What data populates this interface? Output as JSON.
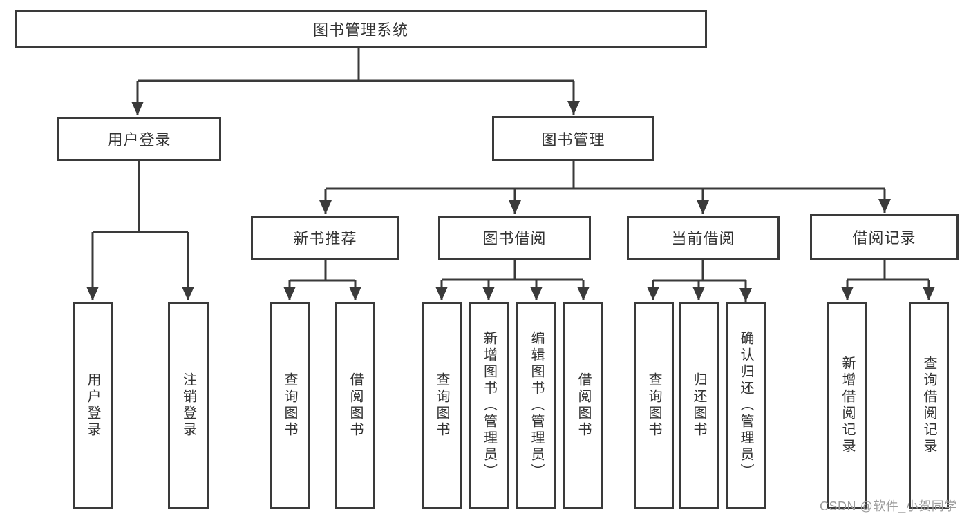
{
  "diagram": {
    "title": "图书管理系统",
    "type": "hierarchy-tree",
    "nodes": {
      "root": "图书管理系统",
      "user_login": "用户登录",
      "book_management": "图书管理",
      "new_book_recommend": "新书推荐",
      "book_borrow": "图书借阅",
      "current_borrow": "当前借阅",
      "borrow_record": "借阅记录",
      "leaf_user_login": "用户登录",
      "leaf_logout": "注销登录",
      "leaf_nb_query_book": "查询图书",
      "leaf_nb_borrow_book": "借阅图书",
      "leaf_bb_query_book": "查询图书",
      "leaf_bb_add_book_admin": "新增图书（管理员）",
      "leaf_bb_edit_book_admin": "编辑图书（管理员）",
      "leaf_bb_borrow_book": "借阅图书",
      "leaf_cb_query_book": "查询图书",
      "leaf_cb_return_book": "归还图书",
      "leaf_cb_confirm_return_admin": "确认归还（管理员）",
      "leaf_br_add_record": "新增借阅记录",
      "leaf_br_query_record": "查询借阅记录"
    },
    "edges": [
      {
        "from": "root",
        "to": [
          "user_login",
          "book_management"
        ]
      },
      {
        "from": "user_login",
        "to": [
          "leaf_user_login",
          "leaf_logout"
        ]
      },
      {
        "from": "book_management",
        "to": [
          "new_book_recommend",
          "book_borrow",
          "current_borrow",
          "borrow_record"
        ]
      },
      {
        "from": "new_book_recommend",
        "to": [
          "leaf_nb_query_book",
          "leaf_nb_borrow_book"
        ]
      },
      {
        "from": "book_borrow",
        "to": [
          "leaf_bb_query_book",
          "leaf_bb_add_book_admin",
          "leaf_bb_edit_book_admin",
          "leaf_bb_borrow_book"
        ]
      },
      {
        "from": "current_borrow",
        "to": [
          "leaf_cb_query_book",
          "leaf_cb_return_book",
          "leaf_cb_confirm_return_admin"
        ]
      },
      {
        "from": "borrow_record",
        "to": [
          "leaf_br_add_record",
          "leaf_br_query_record"
        ]
      }
    ],
    "colors": {
      "line": "#3a3a3a",
      "box_border": "#3a3a3a",
      "text": "#333333",
      "background": "#ffffff",
      "watermark": "#9c9c9c"
    }
  },
  "watermark": {
    "text": "CSDN @软件_小贺同学"
  }
}
